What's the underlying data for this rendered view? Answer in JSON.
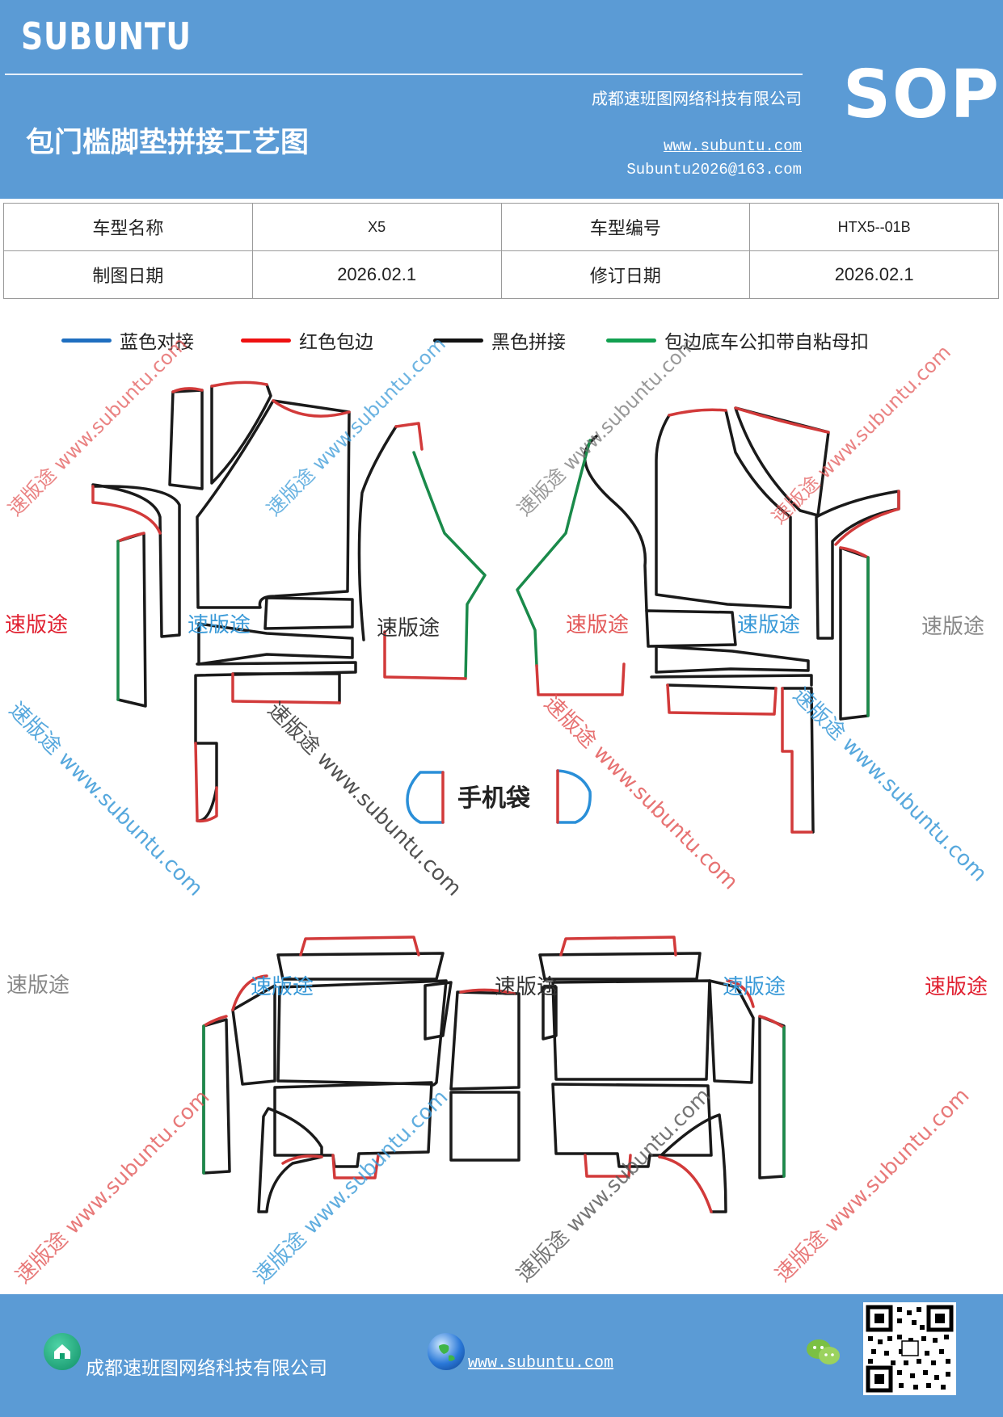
{
  "header": {
    "brand": "SUBUNTU",
    "company": "成都速班图网络科技有限公司",
    "title": "包门槛脚垫拼接工艺图",
    "website": "www.subuntu.com",
    "email": "Subuntu2026@163.com",
    "badge": "SOP"
  },
  "info_table": {
    "model_name_label": "车型名称",
    "model_name_value": "X5",
    "model_code_label": "车型编号",
    "model_code_value": "HTX5--01B",
    "draw_date_label": "制图日期",
    "draw_date_value": "2026.02.1",
    "revise_date_label": "修订日期",
    "revise_date_value": "2026.02.1"
  },
  "legend": [
    {
      "label": "蓝色对接",
      "color": "#1f6fc0"
    },
    {
      "label": "红色包边",
      "color": "#ee1111"
    },
    {
      "label": "黑色拼接",
      "color": "#111111"
    },
    {
      "label": "包边底车公扣带自粘母扣",
      "color": "#12a050"
    }
  ],
  "colors": {
    "header_bg": "#5b9bd5",
    "edge_black": "#1a1a1a",
    "edge_red": "#d23a3a",
    "edge_green": "#1a8a4a",
    "edge_blue": "#2a8fd8"
  },
  "phone_bag_label": "手机袋",
  "watermarks": {
    "cn": "速版途",
    "en": "www.subuntu.com",
    "combo": "速版途 www.subuntu.com"
  },
  "footer": {
    "company": "成都速班图网络科技有限公司",
    "website": "www.subuntu.com",
    "home_icon": "home-icon",
    "globe_icon": "globe-icon",
    "wechat_icon": "wechat-icon"
  }
}
